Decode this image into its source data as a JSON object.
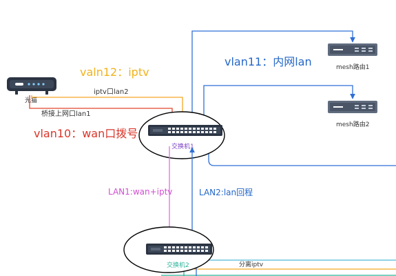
{
  "labels": {
    "modem": "光猫",
    "iptv_port": "iptv口lan2",
    "bridge_port": "桥接上网口lan1",
    "vlan12": "valn12：iptv",
    "vlan10": "vlan10：wan口拨号",
    "vlan11": "vlan11：内网lan",
    "switch1": "交换机1",
    "switch2": "交换机2",
    "mesh1": "mesh路由1",
    "mesh2": "mesh路由2",
    "lan1_link": "LAN1:wan+iptv",
    "lan2_link": "LAN2:lan回程",
    "split_iptv": "分离iptv"
  },
  "colors": {
    "orange": "#F5A623",
    "red": "#E0452B",
    "blue": "#2F6FD6",
    "magenta": "#E36CE3",
    "green": "#2BB39A",
    "cyan": "#4FB8D8",
    "vlan12_text": "#F2B21B",
    "vlan10_text": "#D9362B",
    "vlan11_text": "#2467C8",
    "lan1_text": "#D14FD1",
    "lan2_text": "#2467C8"
  },
  "icons": {
    "modem": "router-icon",
    "switch": "switch-icon",
    "mesh": "rack-server-icon"
  }
}
